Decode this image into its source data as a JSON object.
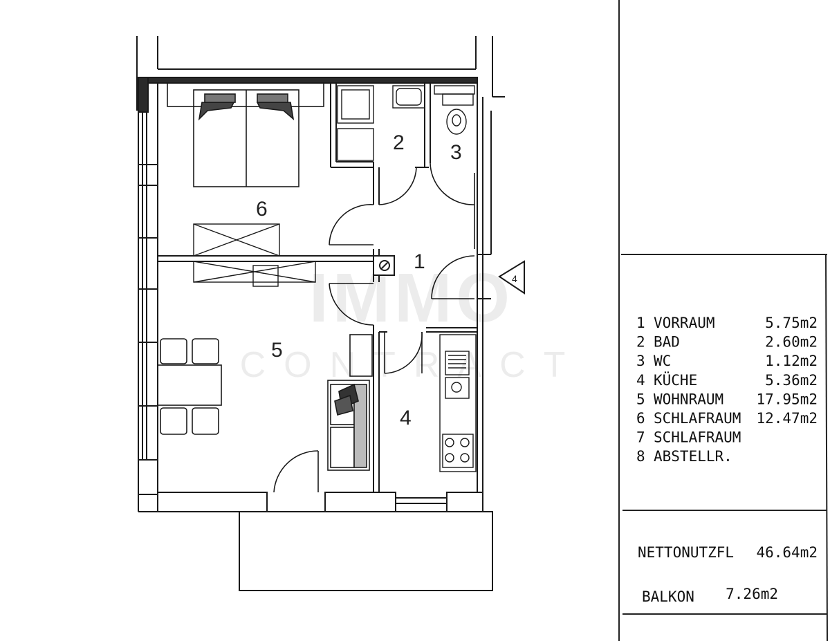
{
  "plan": {
    "room_labels": [
      "1",
      "2",
      "3",
      "4",
      "5",
      "6"
    ],
    "entrance_marker": "4"
  },
  "watermark": {
    "line1": "IMMO",
    "line2": "CONTRACT"
  },
  "legend": {
    "rooms": [
      {
        "no": "1",
        "name": "VORRAUM",
        "area": "5.75m2"
      },
      {
        "no": "2",
        "name": "BAD",
        "area": "2.60m2"
      },
      {
        "no": "3",
        "name": "WC",
        "area": "1.12m2"
      },
      {
        "no": "4",
        "name": "KÜCHE",
        "area": "5.36m2"
      },
      {
        "no": "5",
        "name": "WOHNRAUM",
        "area": "17.95m2"
      },
      {
        "no": "6",
        "name": "SCHLAFRAUM",
        "area": "12.47m2"
      },
      {
        "no": "7",
        "name": "SCHLAFRAUM",
        "area": ""
      },
      {
        "no": "8",
        "name": "ABSTELLR.",
        "area": ""
      }
    ],
    "net_label": "NETTONUTZFL",
    "net_value": "46.64m2",
    "balcony_label": "BALKON",
    "balcony_value": "7.26m2"
  }
}
